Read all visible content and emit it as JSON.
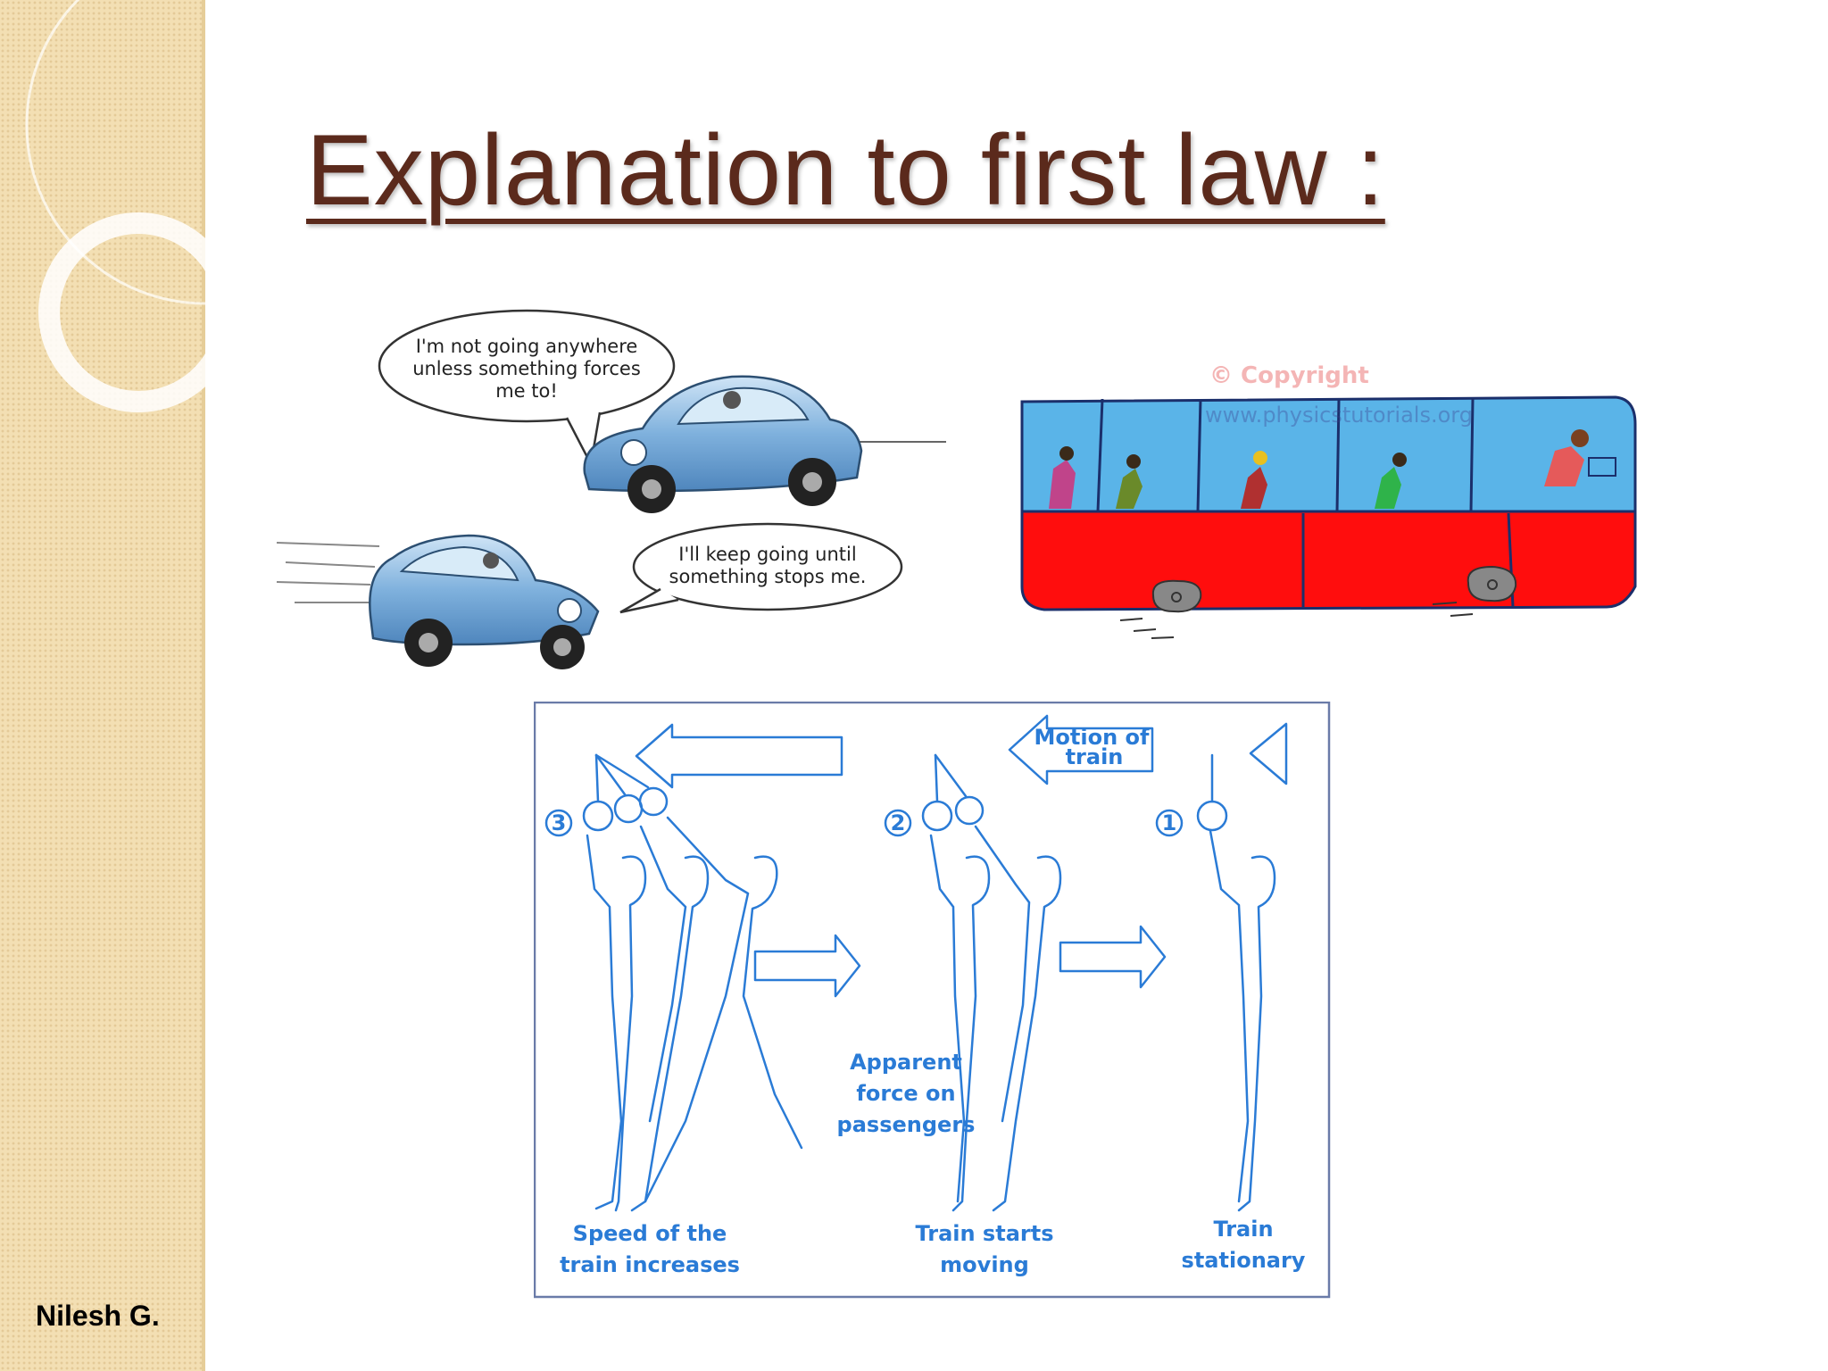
{
  "slide": {
    "title": "Explanation to first law :",
    "footer": "Nilesh G."
  },
  "images": {
    "cars": {
      "bubble_top": [
        "I'm not going anywhere",
        "unless something forces",
        "me to!"
      ],
      "bubble_bottom": [
        "I'll keep going until",
        "something stops me."
      ]
    },
    "bus": {
      "watermark": [
        "© Copyright",
        "www.physicstutorials.org"
      ]
    },
    "train": {
      "motion_label": [
        "Motion of",
        "train"
      ],
      "apparent_force": [
        "Apparent",
        "force on",
        "passengers"
      ],
      "stage_numbers": [
        "3",
        "2",
        "1"
      ],
      "stage3_caption": [
        "Speed of the",
        "train increases"
      ],
      "stage2_caption": [
        "Train starts",
        "moving"
      ],
      "stage1_caption": [
        "Train",
        "stationary"
      ]
    }
  },
  "colors": {
    "title": "#5b2a1c",
    "sidebar": "#f3dfb3",
    "car_body": "#7fb1dd",
    "bus_body": "#ff0d0d",
    "bus_windows": "#5ab4e8",
    "diagram_line": "#2a7bd6"
  }
}
